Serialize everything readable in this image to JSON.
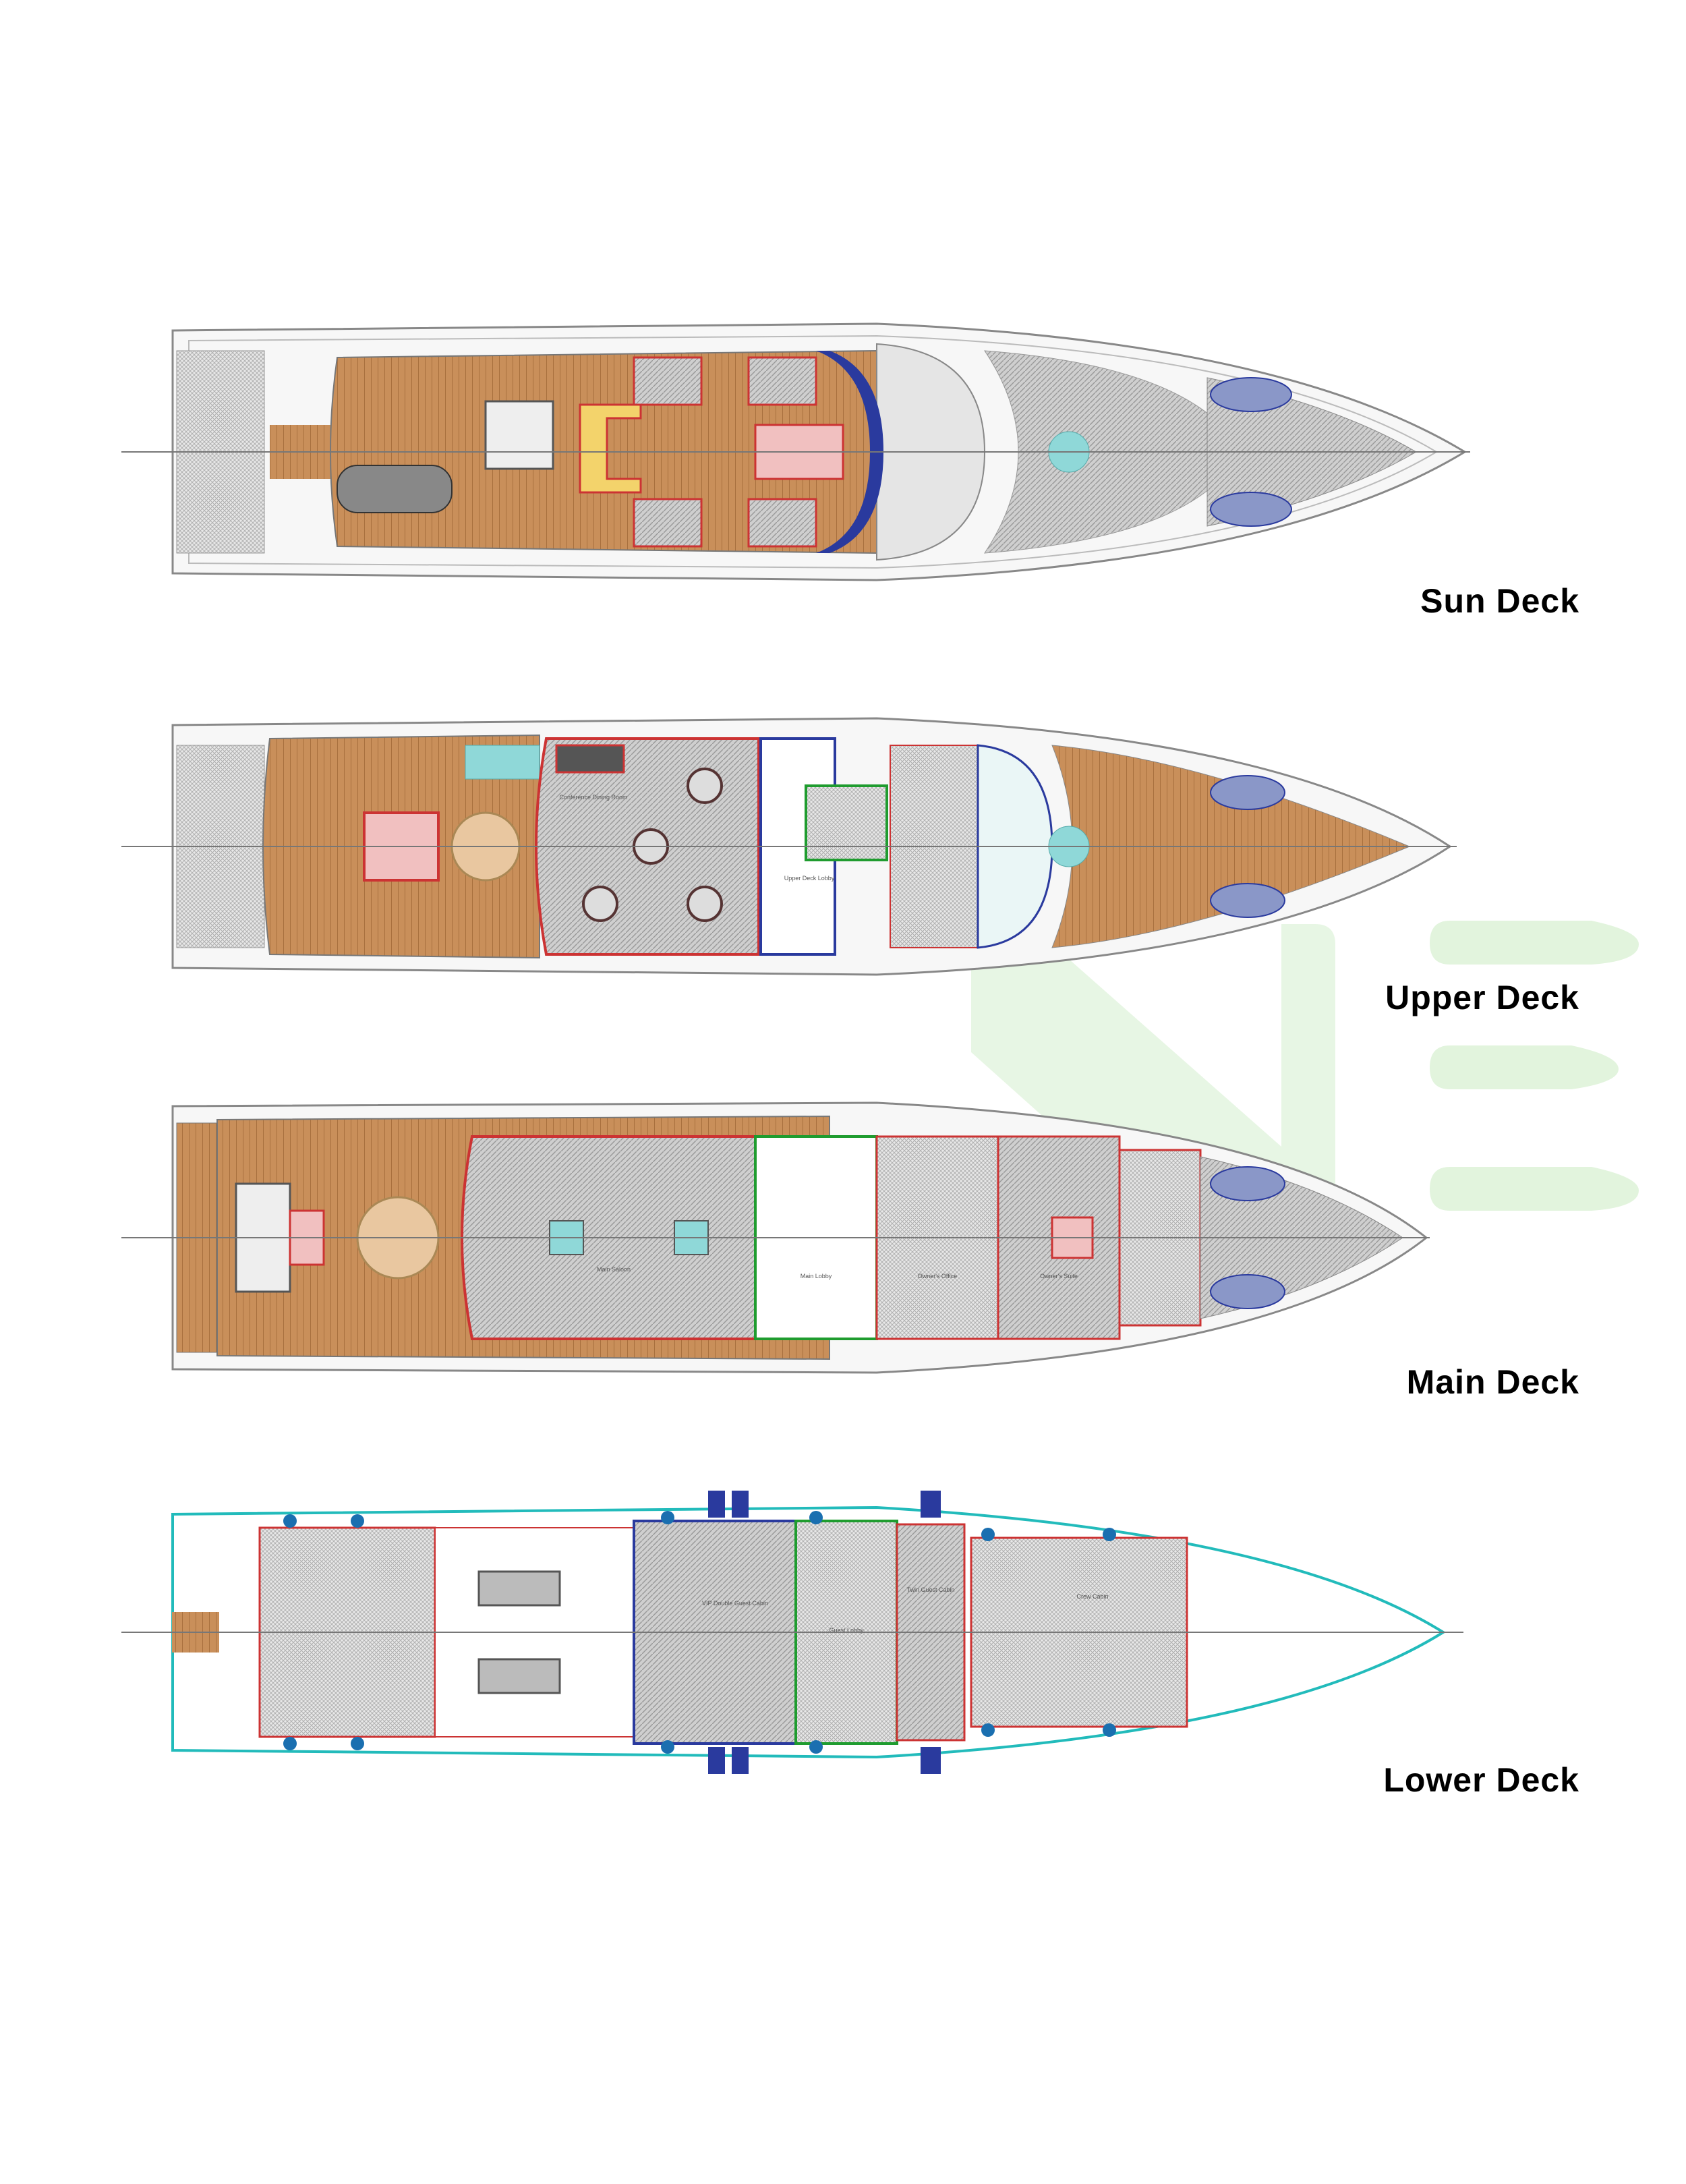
{
  "watermark": {
    "text": "ME",
    "color": "#d9f2d3"
  },
  "colors": {
    "teak": "#c98f5a",
    "grey_floor": "#c9c9c9",
    "red_lines": "#d9302c",
    "blue_lines": "#2a3a9e",
    "green_lines": "#1f9c2f",
    "pool": "#8fd8d8",
    "tender": "#8a97c8"
  },
  "decks": [
    {
      "label": "Sun Deck"
    },
    {
      "label": "Upper Deck",
      "rooms": [
        "Conference Dining Room",
        "Upper Deck Lobby"
      ]
    },
    {
      "label": "Main Deck",
      "rooms": [
        "Main Saloon",
        "Main Lobby",
        "Owner's Office",
        "Owner's Suite"
      ]
    },
    {
      "label": "Lower Deck",
      "rooms": [
        "VIP Double Guest Cabin",
        "Guest Lobby",
        "Twin Guest Cabin",
        "Crew Cabin"
      ]
    }
  ]
}
